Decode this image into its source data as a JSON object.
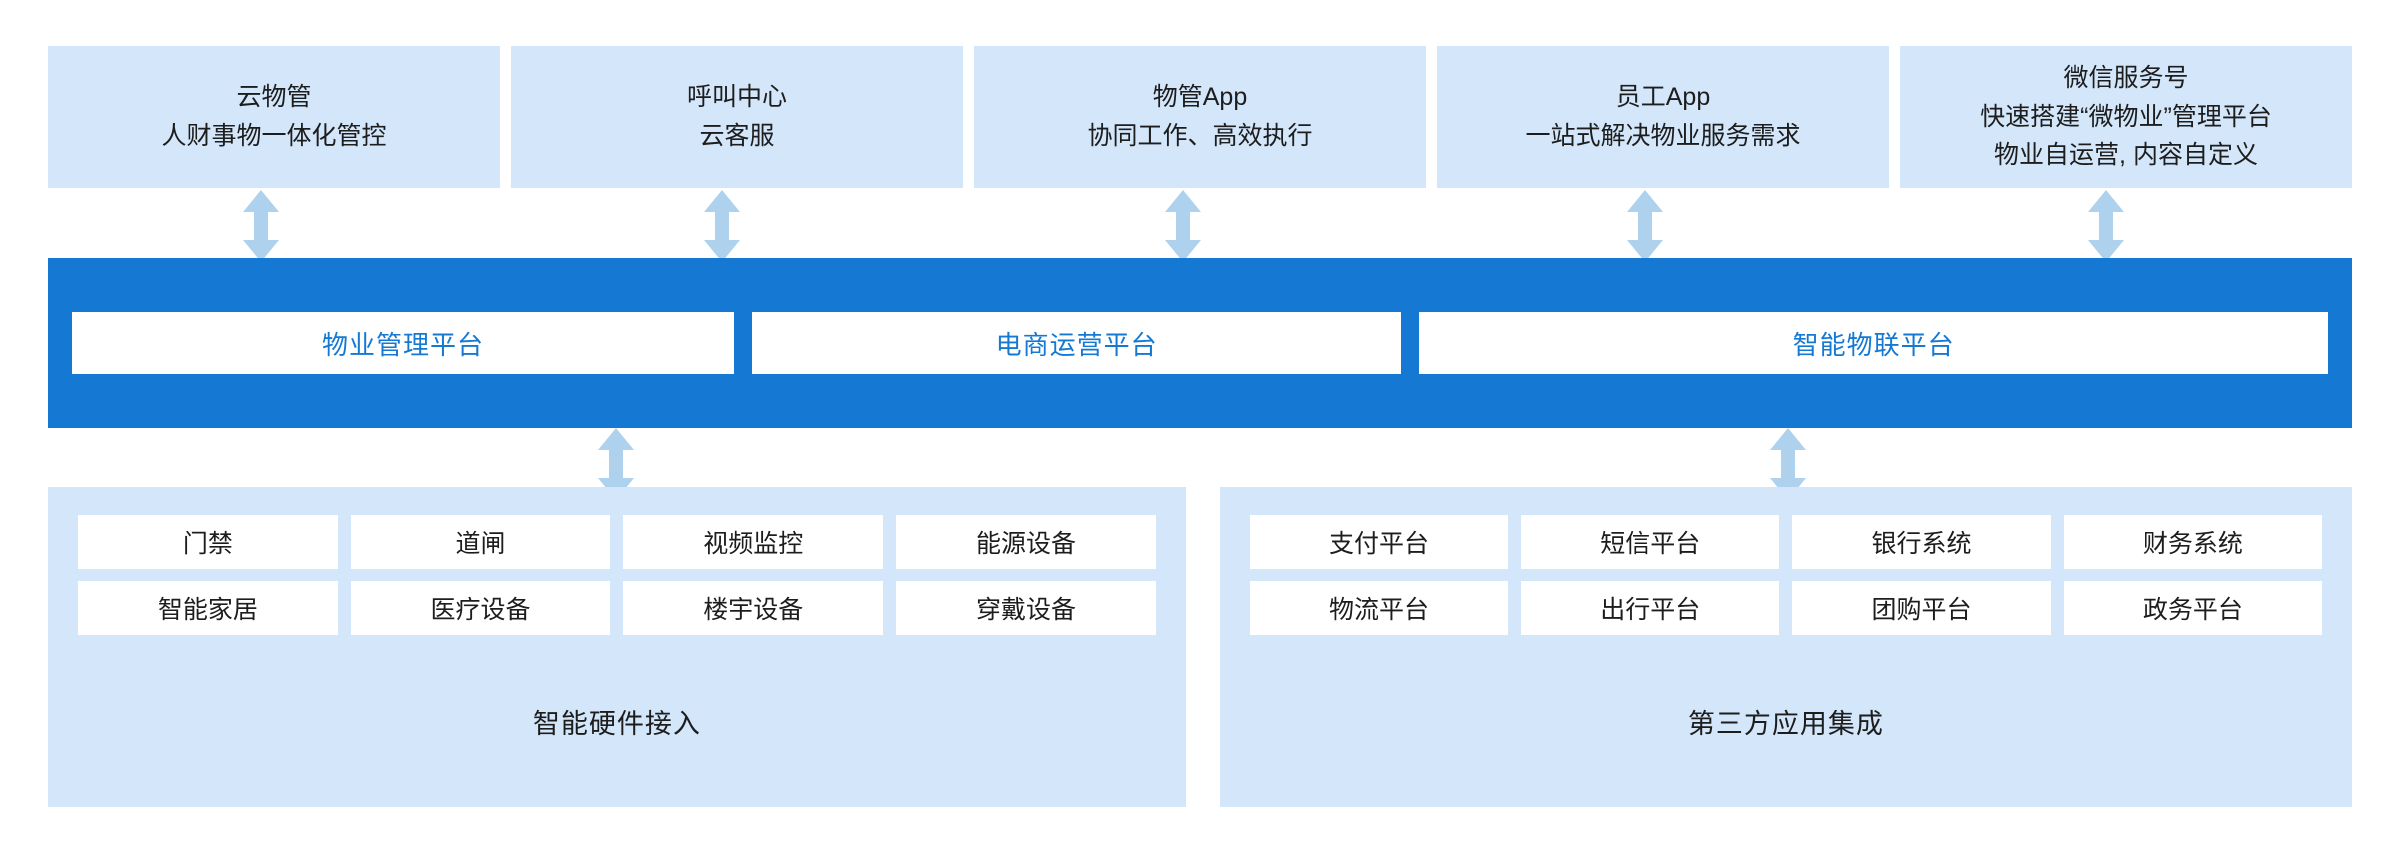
{
  "colors": {
    "core_bar_blue": "#1579d4",
    "panel_light_blue": "#d3e6fa",
    "card_white": "#ffffff",
    "arrow_blue": "#aed2ee",
    "text_dark": "#1d1d1d",
    "core_card_text": "#1579d4"
  },
  "top_channels": [
    {
      "title": "云物管",
      "lines": [
        "云物管",
        "人财事物一体化管控"
      ]
    },
    {
      "title": "呼叫中心",
      "lines": [
        "呼叫中心",
        "云客服"
      ]
    },
    {
      "title": "物管App",
      "lines": [
        "物管App",
        "协同工作、高效执行"
      ]
    },
    {
      "title": "员工App",
      "lines": [
        "员工App",
        "一站式解决物业服务需求"
      ]
    },
    {
      "title": "微信服务号",
      "lines": [
        "微信服务号",
        "快速搭建“微物业”管理平台",
        "物业自运营, 内容自定义"
      ]
    }
  ],
  "core_platforms": [
    {
      "label": "物业管理平台"
    },
    {
      "label": "电商运营平台"
    },
    {
      "label": "智能物联平台"
    }
  ],
  "bottom_panels": [
    {
      "caption": "智能硬件接入",
      "items": [
        "门禁",
        "道闸",
        "视频监控",
        "能源设备",
        "智能家居",
        "医疗设备",
        "楼宇设备",
        "穿戴设备"
      ]
    },
    {
      "caption": "第三方应用集成",
      "items": [
        "支付平台",
        "短信平台",
        "银行系统",
        "财务系统",
        "物流平台",
        "出行平台",
        "团购平台",
        "政务平台"
      ]
    }
  ],
  "connectors": [
    {
      "name": "arrow-channel-1-to-core"
    },
    {
      "name": "arrow-channel-2-to-core"
    },
    {
      "name": "arrow-channel-3-to-core"
    },
    {
      "name": "arrow-channel-4-to-core"
    },
    {
      "name": "arrow-channel-5-to-core"
    },
    {
      "name": "arrow-core-to-hardware"
    },
    {
      "name": "arrow-core-to-thirdparty"
    }
  ]
}
